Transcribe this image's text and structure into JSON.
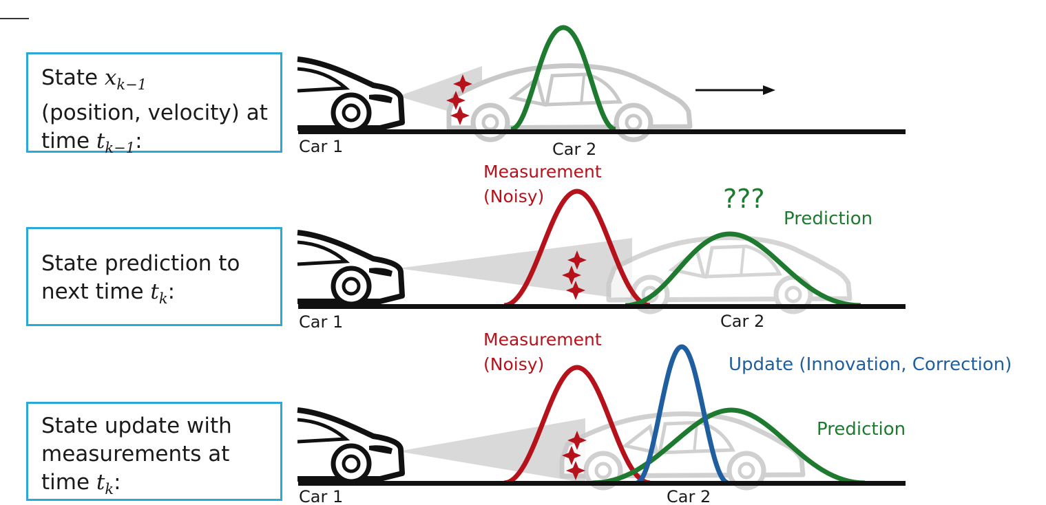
{
  "panels": [
    {
      "box_text": {
        "line1_prefix": "State ",
        "line1_var": "x",
        "line1_sub": "k−1",
        "line2": "(position, velocity) at",
        "line3_prefix": "time ",
        "line3_var": "t",
        "line3_sub": "k−1",
        "line3_suffix": ":"
      },
      "car1_label": "Car 1",
      "car2_label": "Car 2"
    },
    {
      "box_text": {
        "line1": "State prediction to",
        "line2_prefix": "next time ",
        "line2_var": "t",
        "line2_sub": "k",
        "line2_suffix": ":"
      },
      "car1_label": "Car 1",
      "car2_label": "Car 2",
      "measurement_label": "Measurement",
      "noisy_label": "(Noisy)",
      "question_label": "???",
      "prediction_label": "Prediction"
    },
    {
      "box_text": {
        "line1": "State update with",
        "line2": "measurements at",
        "line3_prefix": "time ",
        "line3_var": "t",
        "line3_sub": "k",
        "line3_suffix": ":"
      },
      "car1_label": "Car 1",
      "car2_label": "Car 2",
      "measurement_label": "Measurement",
      "noisy_label": "(Noisy)",
      "update_label": "Update (Innovation, Correction)",
      "prediction_label": "Prediction"
    }
  ],
  "colors": {
    "box_border": "#2aa8d8",
    "measurement": "#b5121b",
    "prediction": "#1e7a2e",
    "update": "#1f5fa0",
    "ghost_car": "#c8c8c8",
    "road": "#111111",
    "sensor_beam": "#d9d9d9"
  },
  "icons": [
    "car-icon",
    "ghost-car-icon",
    "sparkle-icon",
    "arrow-right-icon"
  ]
}
